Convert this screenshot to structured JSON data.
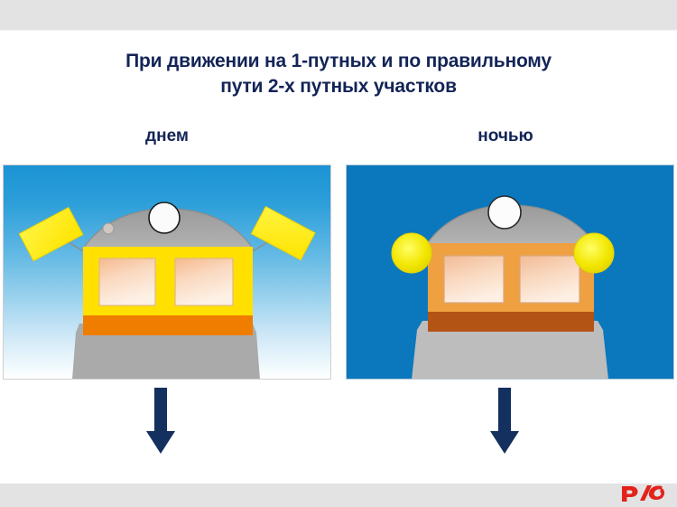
{
  "slide": {
    "title": "При движении на 1-путных и по правильному пути 2-х путных участков",
    "title_line1": "При движении на 1-путных и по правильному",
    "title_line2": "пути 2-х путных участков",
    "title_color": "#132457",
    "background_color": "#ffffff",
    "top_bar_color": "#e3e3e3",
    "bottom_bar_color": "#e3e3e3"
  },
  "columns": [
    {
      "id": "day",
      "label": "днем",
      "scene": {
        "kind": "locomotive-front-view",
        "time_of_day": "day",
        "sky": "gradient blue to white",
        "sky_top_color": "#1b93d4",
        "sky_bottom_color": "#ffffff",
        "body_color": "#ffe000",
        "skirt_color": "#ef7d00",
        "roof_color": "#9d9d9d",
        "pilot_color": "#aaaaaa",
        "window_color": "#f8c9a6",
        "headlight": "white-round-lamp",
        "signals": "two-yellow-rectangular-flags",
        "signal_color": "#ffeb00",
        "signal_count": 2
      }
    },
    {
      "id": "night",
      "label": "ночью",
      "scene": {
        "kind": "locomotive-front-view",
        "time_of_day": "night",
        "sky": "solid blue",
        "sky_top_color": "#0b78bd",
        "sky_bottom_color": "#0b78bd",
        "body_color": "#efa040",
        "skirt_color": "#b35415",
        "roof_color": "#9d9d9d",
        "pilot_color": "#bdbdbd",
        "window_color": "#f6cdae",
        "headlight": "white-round-lamp",
        "signals": "two-yellow-round-lamps",
        "signal_color": "#f2e600",
        "signal_count": 2
      }
    }
  ],
  "arrows": {
    "color": "#13305e",
    "direction": "down",
    "count": 2,
    "day_arrow_name": "arrow-down-day",
    "night_arrow_name": "arrow-down-night"
  },
  "logo": {
    "name": "rzd-logo",
    "text": "РЖД",
    "color": "#e2231a"
  }
}
